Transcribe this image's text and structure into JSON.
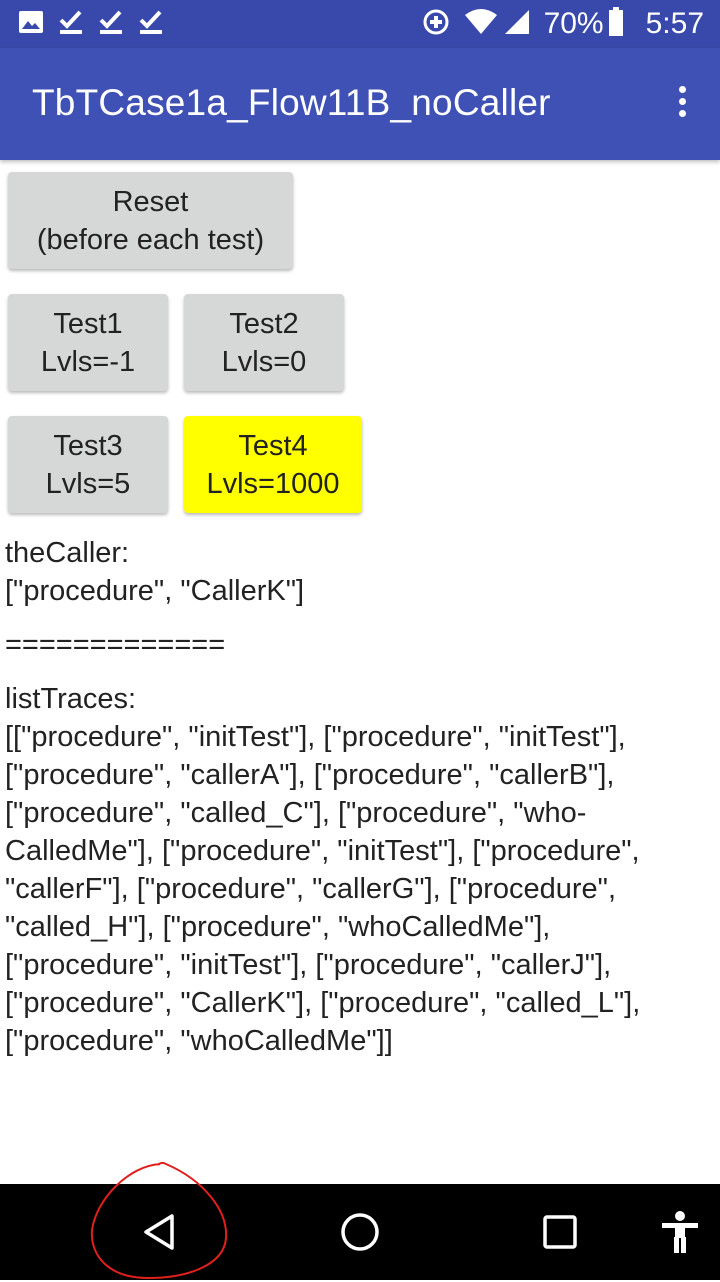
{
  "status_bar": {
    "battery_percent": "70%",
    "time": "5:57",
    "icons": [
      "image-icon",
      "check-icon",
      "check-icon",
      "check-icon",
      "data-saver-icon",
      "wifi-icon",
      "signal-icon",
      "battery-icon"
    ]
  },
  "app_bar": {
    "title": "TbTCase1a_Flow11B_noCaller",
    "menu_icon": "overflow-menu-icon"
  },
  "buttons": {
    "reset": {
      "line1": "Reset",
      "line2": "(before each test)"
    },
    "test1": {
      "line1": "Test1",
      "line2": "Lvls=-1"
    },
    "test2": {
      "line1": "Test2",
      "line2": "Lvls=0"
    },
    "test3": {
      "line1": "Test3",
      "line2": "Lvls=5"
    },
    "test4": {
      "line1": "Test4",
      "line2": "Lvls=1000",
      "highlight_color": "#FFFF00"
    }
  },
  "output": {
    "caller_label": "theCaller:",
    "caller_value": "[\"procedure\", \"CallerK\"]",
    "separator": "=============",
    "traces_label": "listTraces:",
    "traces_value": "[[\"procedure\", \"initTest\"], [\"procedure\", \"initTest\"], [\"procedure\", \"callerA\"], [\"procedure\", \"callerB\"], [\"procedure\", \"called_C\"], [\"procedure\", \"who-CalledMe\"], [\"procedure\", \"initTest\"], [\"procedure\", \"callerF\"], [\"procedure\", \"callerG\"], [\"procedure\", \"called_H\"], [\"procedure\", \"whoCalledMe\"], [\"procedure\", \"initTest\"], [\"procedure\", \"callerJ\"], [\"procedure\", \"CallerK\"], [\"procedure\", \"called_L\"], [\"procedure\", \"whoCalledMe\"]]"
  },
  "nav_bar": {
    "icons": [
      "back-icon",
      "home-icon",
      "recent-apps-icon",
      "accessibility-icon"
    ]
  },
  "colors": {
    "status_bar": "#3949AB",
    "app_bar": "#3F51B5",
    "button": "#D6D7D7",
    "highlight": "#FFFF00"
  }
}
